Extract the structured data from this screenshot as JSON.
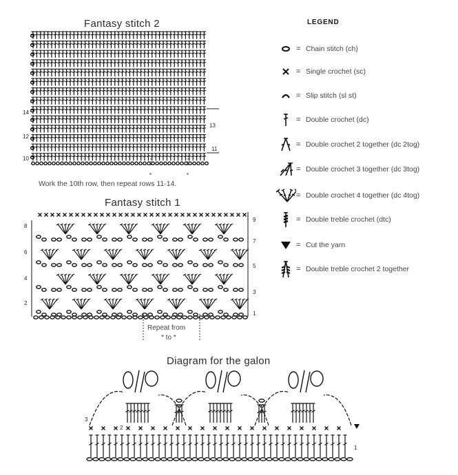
{
  "fantasy2": {
    "title": "Fantasy stitch 2",
    "caption": "Work the 10th row, then repeat rows 11-14.",
    "row_numbers_left": [
      "14",
      "12",
      "10"
    ],
    "row_numbers_right": [
      "13",
      "11"
    ],
    "repeat_marks": [
      "*",
      "*"
    ]
  },
  "fantasy1": {
    "title": "Fantasy stitch 1",
    "row_numbers_left": [
      "8",
      "6",
      "4",
      "2"
    ],
    "row_numbers_right": [
      "9",
      "7",
      "5",
      "3",
      "1"
    ],
    "repeat_caption_line1": "Repeat from",
    "repeat_caption_line2": "* to *"
  },
  "galon": {
    "title": "Diagram for the galon",
    "row_numbers": [
      "1",
      "2",
      "3"
    ]
  },
  "legend": {
    "heading": "LEGEND",
    "eq": "=",
    "items": [
      {
        "icon": "chain-stitch-icon",
        "label": "Chain stitch (ch)"
      },
      {
        "icon": "single-crochet-icon",
        "label": "Single crochet (sc)"
      },
      {
        "icon": "slip-stitch-icon",
        "label": "Slip stitch (sl st)"
      },
      {
        "icon": "double-crochet-icon",
        "label": "Double crochet (dc)"
      },
      {
        "icon": "dc-2-together-icon",
        "label": "Double crochet 2 together (dc 2tog)"
      },
      {
        "icon": "dc-3-together-icon",
        "label": "Double crochet 3 together (dc 3tog)"
      },
      {
        "icon": "dc-4-together-icon",
        "label": "Double crochet 4 together (dc 4tog)"
      },
      {
        "icon": "double-treble-crochet-icon",
        "label": "Double treble crochet (dtc)"
      },
      {
        "icon": "cut-yarn-icon",
        "label": "Cut the yarn"
      },
      {
        "icon": "dtc-2-together-icon",
        "label": "Double treble crochet 2 together"
      }
    ]
  }
}
